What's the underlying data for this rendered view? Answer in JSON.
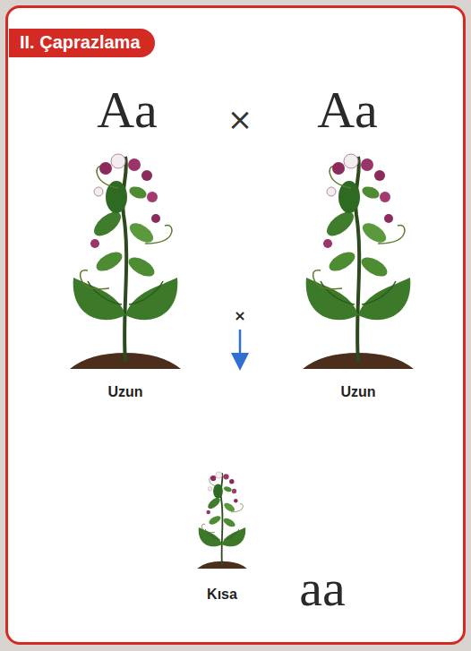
{
  "diagram": {
    "title": "II. Çaprazlama",
    "labels": [
      "Aa",
      "×",
      "Aa",
      "Uzun",
      "Uzun",
      "×",
      "Kısa",
      "aa"
    ]
  }
}
